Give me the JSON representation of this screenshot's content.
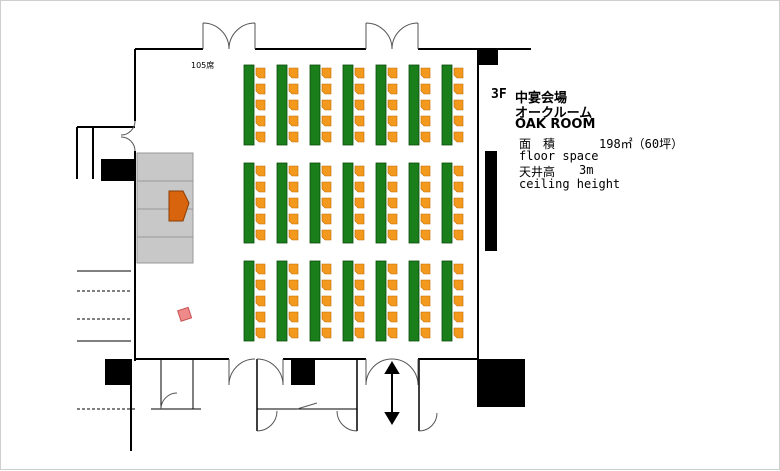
{
  "room": {
    "floor": "3F",
    "name_jp": "中宴会場",
    "name_kana": "オークルーム",
    "name_en": "OAK ROOM",
    "area_label": "面　積",
    "area_value": "198㎡（60坪）",
    "area_label_en": "floor space",
    "ceiling_label": "天井高",
    "ceiling_value": "3m",
    "ceiling_label_en": "ceiling height"
  },
  "layout": {
    "seat_count": "105席",
    "table_columns": 7,
    "table_blocks": 3,
    "chairs_per_table": 5
  },
  "colors": {
    "table": "#1a7f1a",
    "chair": "#f39a1e",
    "stage": "#c8c8c8",
    "podium": "#d9640e",
    "marker": "#ef8a8a",
    "wall": "#000000"
  }
}
